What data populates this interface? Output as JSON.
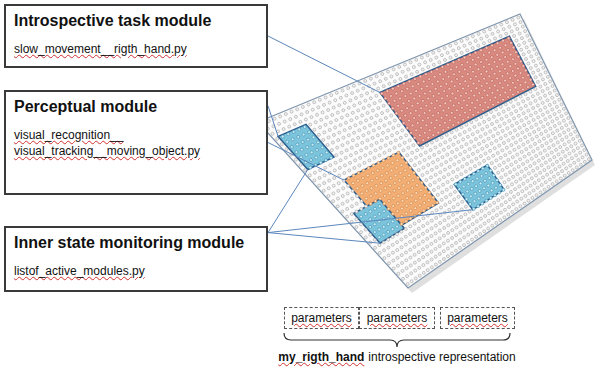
{
  "diagram": {
    "nodes": [
      {
        "text": [
          "Introspective task module",
          "slow_movement__rigth_hand.py"
        ]
      },
      {
        "text": [
          "Perceptual module",
          "visual_recognition__ visual_tracking__moving_object.py"
        ]
      },
      {
        "text": [
          "Inner state monitoring module",
          "listof_active_modules.py"
        ]
      },
      {
        "text": [
          "parameters"
        ]
      },
      {
        "text": [
          "parameters"
        ]
      },
      {
        "text": [
          "parameters"
        ]
      }
    ],
    "labels": [
      "my_rigth_hand",
      "introspective representation"
    ]
  }
}
